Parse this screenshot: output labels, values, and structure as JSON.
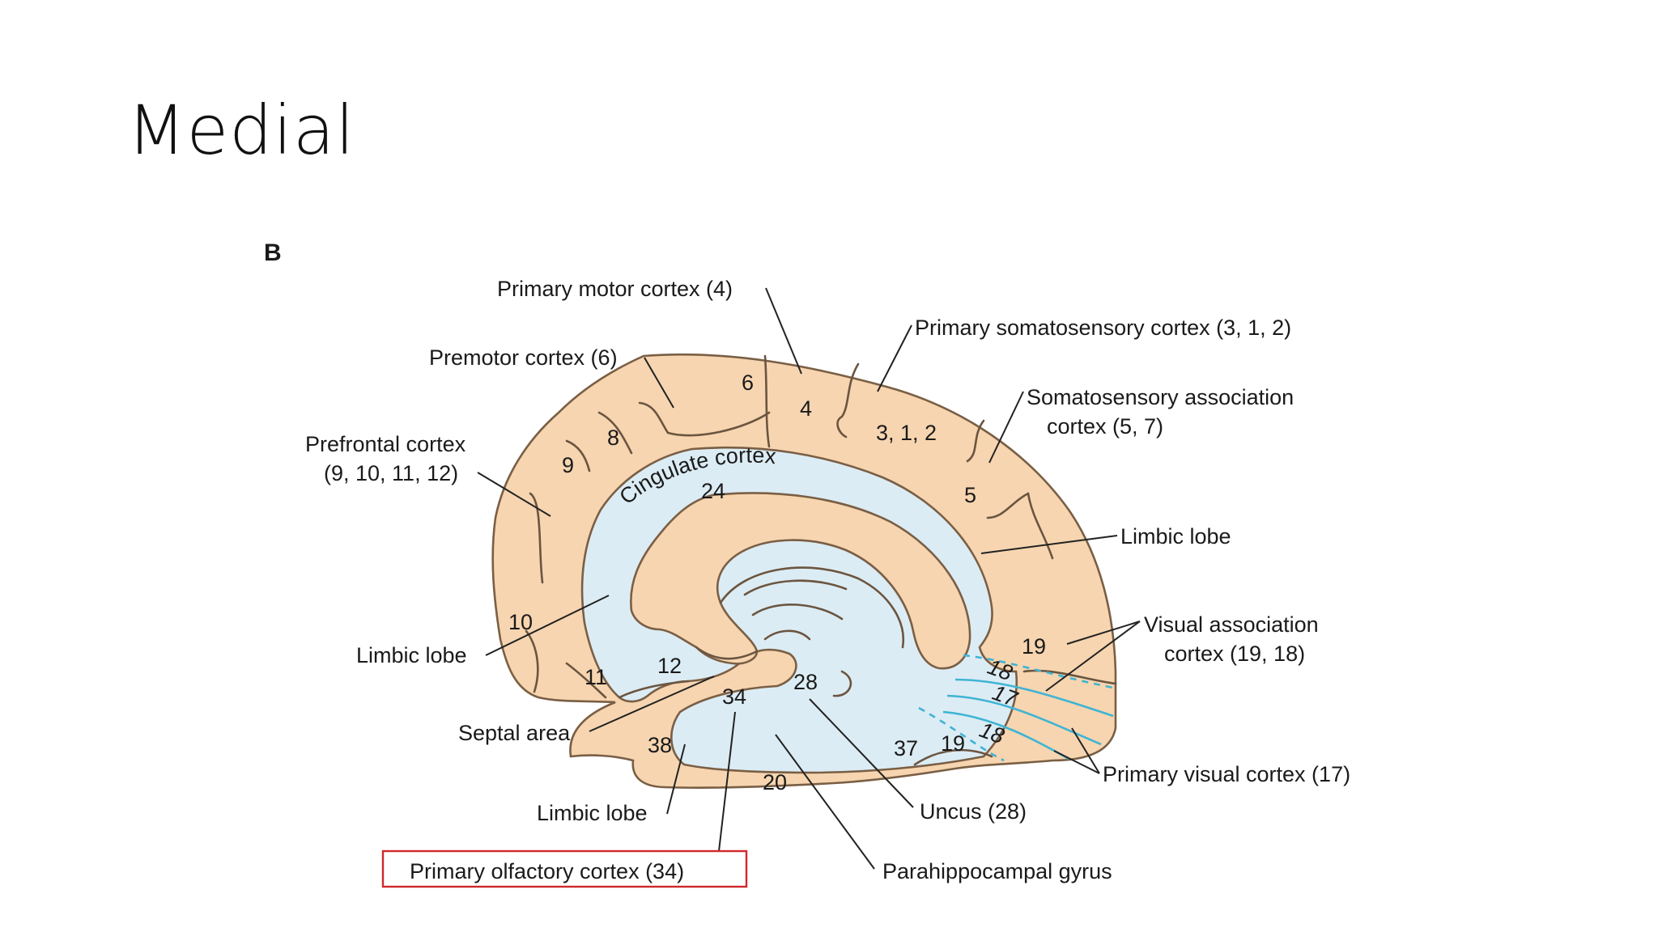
{
  "slide": {
    "title": "Medial"
  },
  "figure": {
    "panel_letter": "B",
    "region_labels": {
      "primary_motor": "Primary motor cortex (4)",
      "primary_somatosensory": "Primary somatosensory cortex (3, 1, 2)",
      "premotor": "Premotor cortex (6)",
      "somatosensory_assoc_1": "Somatosensory association",
      "somatosensory_assoc_2": "cortex (5, 7)",
      "prefrontal_1": "Prefrontal cortex",
      "prefrontal_2": "(9, 10, 11, 12)",
      "limbic_lobe_right": "Limbic lobe",
      "limbic_lobe_left": "Limbic lobe",
      "limbic_lobe_bottom": "Limbic lobe",
      "visual_assoc_1": "Visual association",
      "visual_assoc_2": "cortex (19, 18)",
      "septal_area": "Septal area",
      "primary_visual": "Primary visual cortex (17)",
      "uncus": "Uncus (28)",
      "primary_olfactory": "Primary olfactory cortex (34)",
      "parahippocampal": "Parahippocampal gyrus"
    },
    "cingulate_label": "Cingulate cortex",
    "area_numbers": {
      "a6": "6",
      "a4": "4",
      "a312": "3, 1, 2",
      "a8": "8",
      "a9": "9",
      "a24": "24",
      "a5": "5",
      "a10": "10",
      "a11": "11",
      "a12": "12",
      "a34": "34",
      "a28": "28",
      "a19_top": "19",
      "a18_top": "18",
      "a17": "17",
      "a18_bottom": "18",
      "a19_bottom": "19",
      "a37": "37",
      "a38": "38",
      "a20": "20"
    },
    "highlighted_label": "primary_olfactory",
    "colors": {
      "cortex": "#f6d5b0",
      "limbic": "#dcecf4",
      "sulcus": "#6b5540",
      "visual_lines": "#3fb4d4",
      "highlight_box": "#d0282a"
    }
  }
}
